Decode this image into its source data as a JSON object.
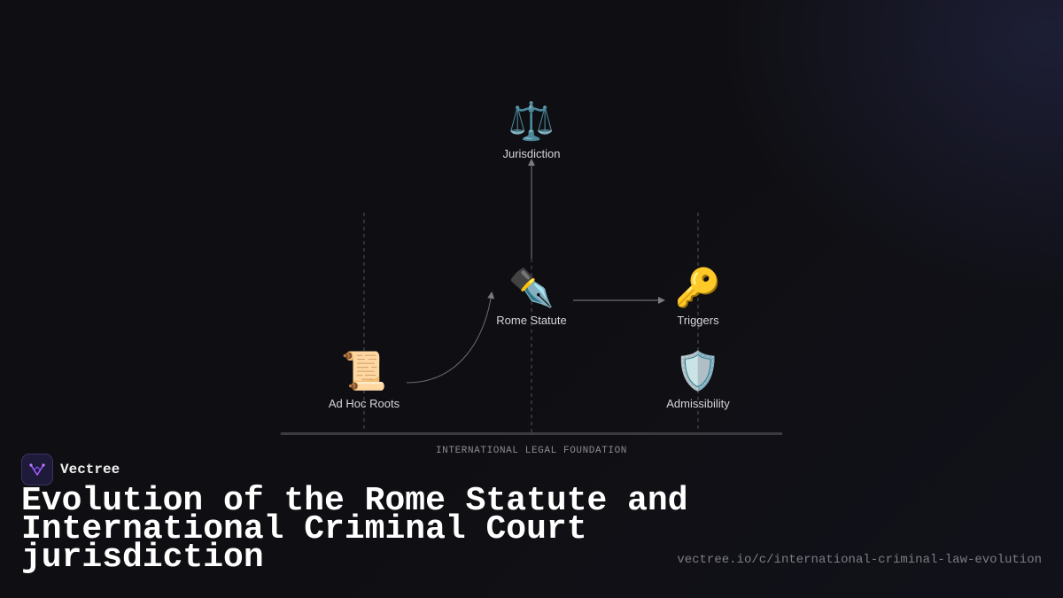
{
  "nodes": {
    "jurisdiction": {
      "icon": "⚖️",
      "icon_name": "scales-icon",
      "label": "Jurisdiction"
    },
    "rome_statute": {
      "icon": "✒️",
      "icon_name": "pen-nib-icon",
      "label": "Rome Statute"
    },
    "triggers": {
      "icon": "🔑",
      "icon_name": "key-icon",
      "label": "Triggers"
    },
    "ad_hoc_roots": {
      "icon": "📜",
      "icon_name": "scroll-icon",
      "label": "Ad Hoc Roots"
    },
    "admissibility": {
      "icon": "🛡️",
      "icon_name": "shield-icon",
      "label": "Admissibility"
    }
  },
  "edges": [
    {
      "from": "ad_hoc_roots",
      "to": "rome_statute",
      "style": "curved"
    },
    {
      "from": "rome_statute",
      "to": "jurisdiction",
      "style": "straight"
    },
    {
      "from": "rome_statute",
      "to": "triggers",
      "style": "straight"
    }
  ],
  "foundation_label": "INTERNATIONAL LEGAL FOUNDATION",
  "brand": {
    "name": "Vectree",
    "logo_icon": "vectree-logo-icon",
    "accent": "#a35cff"
  },
  "title": "Evolution of the Rome Statute and International Criminal Court jurisdiction",
  "url": "vectree.io/c/international-criminal-law-evolution",
  "colors": {
    "background": "#0f0f13",
    "line": "#6a6a70",
    "foundation": "#3a3a40"
  }
}
